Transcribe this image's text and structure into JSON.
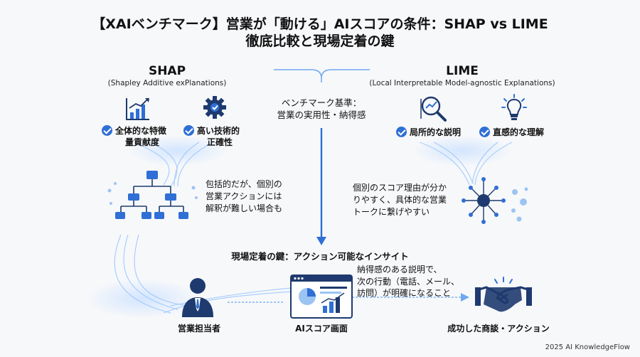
{
  "title": {
    "line1": "【XAIベンチマーク】営業が「動ける」AIスコアの条件：SHAP vs LIME",
    "line2": "徹底比較と現場定着の鍵"
  },
  "shap": {
    "name": "SHAP",
    "full": "(Shapley Additive exPlanations)",
    "feature1": [
      "全体的な特徴",
      "量貢献度"
    ],
    "feature2": [
      "高い技術的",
      "正確性"
    ],
    "note": [
      "包括的だが、個別の",
      "営業アクションには",
      "解釈が難しい場合も"
    ]
  },
  "lime": {
    "name": "LIME",
    "full": "(Local Interpretable Model-agnostic Explanations)",
    "feature1": "局所的な説明",
    "feature2": "直感的な理解",
    "note": [
      "個別のスコア理由が分か",
      "りやすく、具体的な営業",
      "トークに繋げやすい"
    ]
  },
  "benchmark": [
    "ベンチマーク基準：",
    "営業の実用性・納得感"
  ],
  "key_heading": "現場定着の鍵：アクション可能なインサイト",
  "flow": {
    "person": "営業担当者",
    "screen": "AIスコア画面",
    "explain": [
      "納得感のある説明で、",
      "次の行動（電話、メール、",
      "訪問）が明確になること"
    ],
    "success": "成功した商談・アクション"
  },
  "footer": "2025 AI KnowledgeFlow",
  "colors": {
    "accent": "#2f6fd6",
    "navy": "#1e3a6e",
    "glow": "#8fc1ff"
  }
}
